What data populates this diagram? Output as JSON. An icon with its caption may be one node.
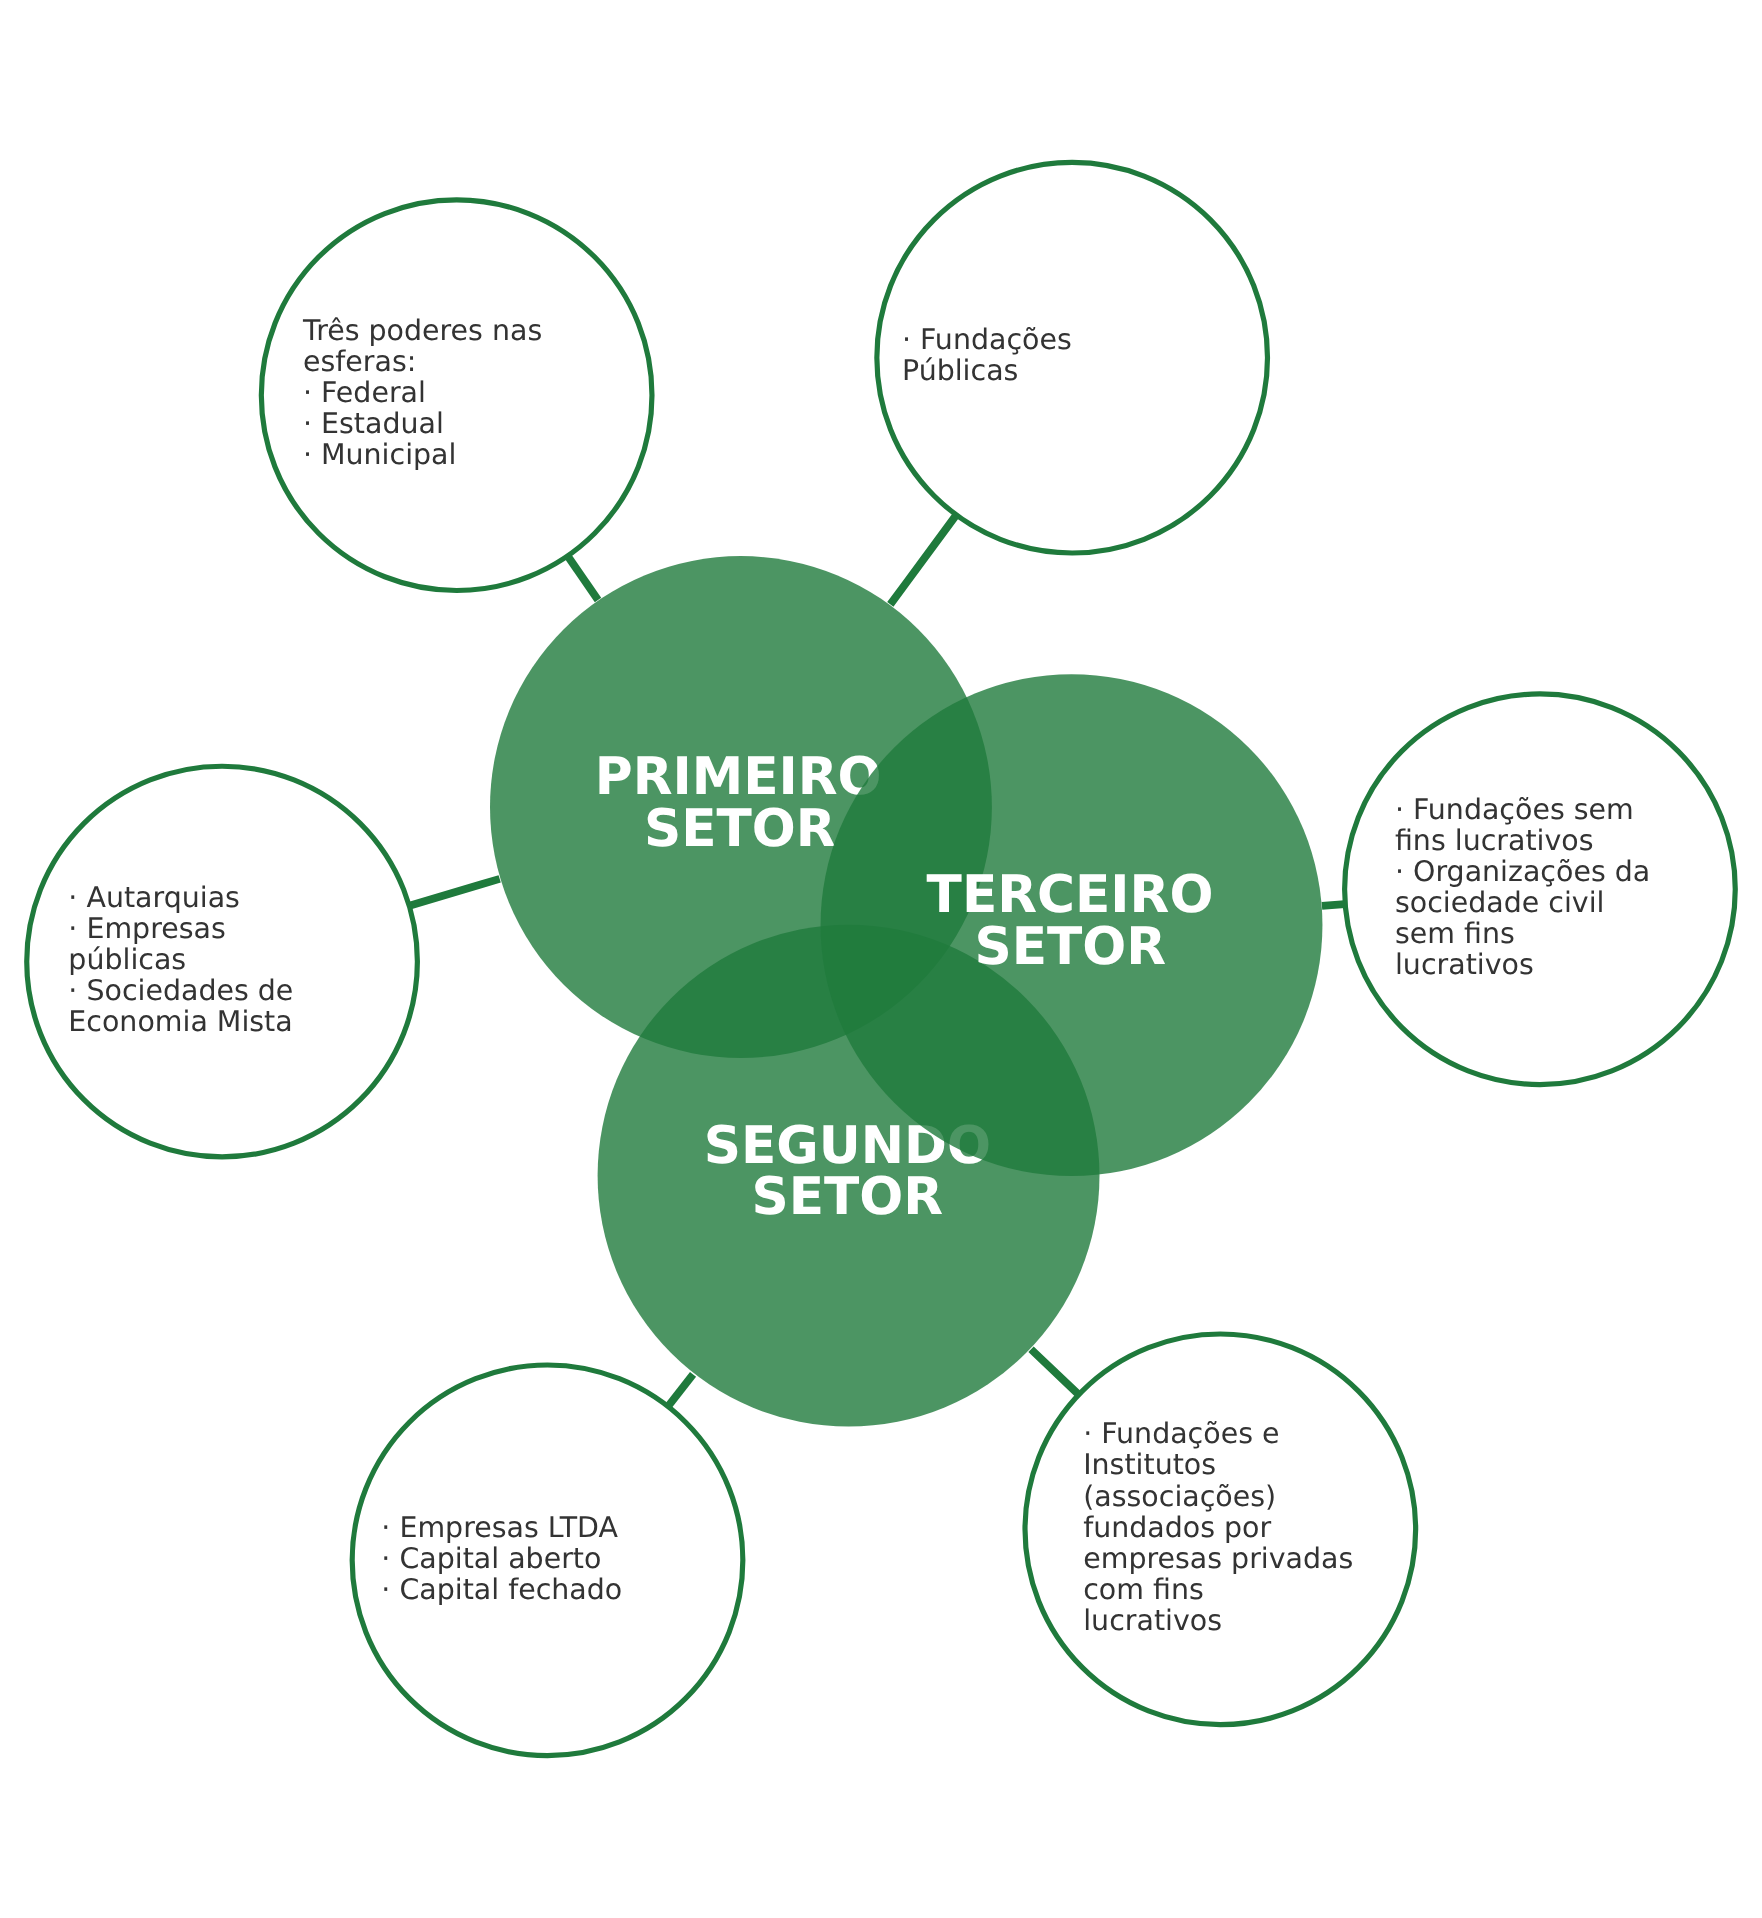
{
  "diagram": {
    "nodes": [
      {
        "text": [
          "Três poderes nas esferas:",
          "· Federal",
          "· Estadual",
          "· Municipal"
        ]
      },
      {
        "text": [
          "· Autarquias",
          "· Empresas públicas",
          "· Sociedades de Economia Mista"
        ]
      },
      {
        "text": [
          "PRIMEIRO SETOR"
        ]
      },
      {
        "text": [
          "· Fundações Públicas"
        ]
      },
      {
        "text": [
          "SEGUNDO SETOR"
        ]
      },
      {
        "text": [
          "TERCEIRO SETOR"
        ]
      },
      {
        "text": [
          "· Empresas LTDA",
          "· Capital aberto",
          "· Capital fechado"
        ]
      },
      {
        "text": [
          "· Fundações sem fins lucrativos",
          "· Organizações da sociedade civil sem fins lucrativos"
        ]
      },
      {
        "text": [
          "· Fundações e Institutos (associações) fundados por empresas privadas com fins lucrativos"
        ]
      }
    ],
    "edges": [
      {
        "from": 0,
        "to": 2,
        "arrow": "none"
      },
      {
        "from": 1,
        "to": 2,
        "arrow": "none"
      },
      {
        "from": 3,
        "to": 2,
        "arrow": "none"
      },
      {
        "from": 6,
        "to": 4,
        "arrow": "none"
      },
      {
        "from": 7,
        "to": 5,
        "arrow": "none"
      },
      {
        "from": 8,
        "to": 4,
        "arrow": "none"
      }
    ]
  }
}
